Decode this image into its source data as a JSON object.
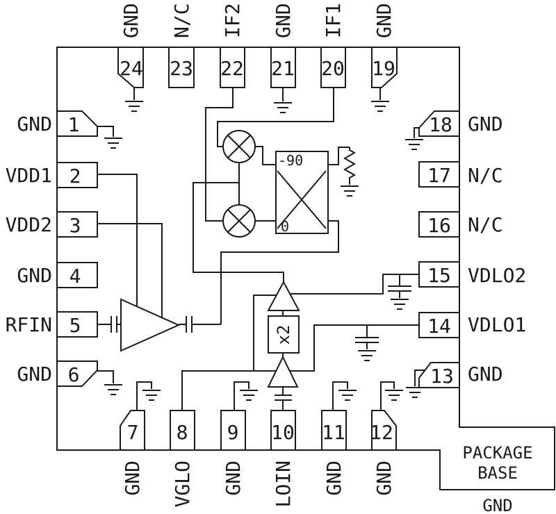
{
  "title": "IC functional block diagram",
  "colors": {
    "line": "#1a1a1a",
    "background": "#ffffff"
  },
  "pins": {
    "top": [
      {
        "number": "24",
        "label": "GND"
      },
      {
        "number": "23",
        "label": "N/C"
      },
      {
        "number": "22",
        "label": "IF2"
      },
      {
        "number": "21",
        "label": "GND"
      },
      {
        "number": "20",
        "label": "IF1"
      },
      {
        "number": "19",
        "label": "GND"
      }
    ],
    "left": [
      {
        "number": "1",
        "label": "GND"
      },
      {
        "number": "2",
        "label": "VDD1"
      },
      {
        "number": "3",
        "label": "VDD2"
      },
      {
        "number": "4",
        "label": "GND"
      },
      {
        "number": "5",
        "label": "RFIN"
      },
      {
        "number": "6",
        "label": "GND"
      }
    ],
    "right": [
      {
        "number": "18",
        "label": "GND"
      },
      {
        "number": "17",
        "label": "N/C"
      },
      {
        "number": "16",
        "label": "N/C"
      },
      {
        "number": "15",
        "label": "VDLO2"
      },
      {
        "number": "14",
        "label": "VDLO1"
      },
      {
        "number": "13",
        "label": "GND"
      }
    ],
    "bottom": [
      {
        "number": "7",
        "label": "GND"
      },
      {
        "number": "8",
        "label": "VGLO"
      },
      {
        "number": "9",
        "label": "GND"
      },
      {
        "number": "10",
        "label": "LOIN"
      },
      {
        "number": "11",
        "label": "GND"
      },
      {
        "number": "12",
        "label": "GND"
      }
    ]
  },
  "blocks": {
    "hybrid": {
      "top_port_label": "-90",
      "bottom_port_label": "0"
    },
    "doubler": {
      "label": "x2"
    },
    "package_base": {
      "line1": "PACKAGE",
      "line2": "BASE",
      "ground_label": "GND"
    }
  }
}
